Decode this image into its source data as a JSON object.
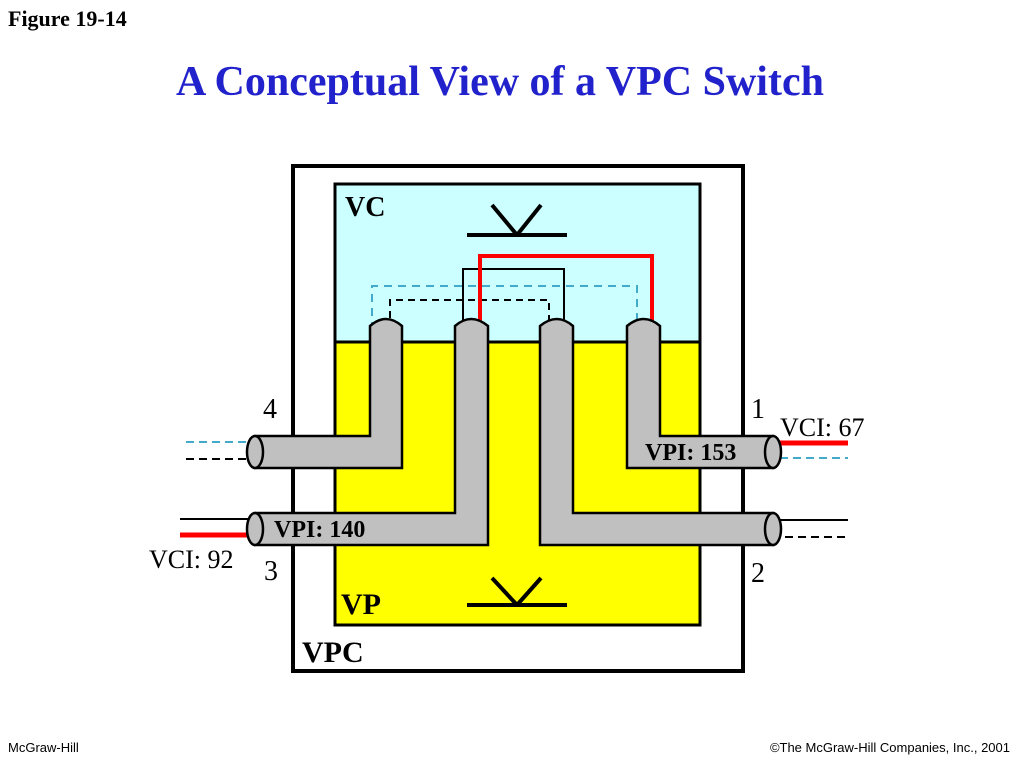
{
  "header": {
    "figure_label": "Figure 19-14",
    "title": "A Conceptual View of a VPC Switch"
  },
  "diagram": {
    "vc_label": "VC",
    "vp_label": "VP",
    "vpc_label": "VPC",
    "ports": {
      "p1": "1",
      "p2": "2",
      "p3": "3",
      "p4": "4"
    },
    "vpi_153": "VPI: 153",
    "vpi_140": "VPI: 140",
    "vci_67": "VCI: 67",
    "vci_92": "VCI: 92",
    "colors": {
      "vc_fill": "#ccffff",
      "vp_fill": "#ffff00",
      "pipe": "#c0c0c0",
      "active_path": "#ff0000",
      "dashed_cyan": "#44aacc"
    }
  },
  "footer": {
    "publisher": "McGraw-Hill",
    "copyright": "©The McGraw-Hill Companies, Inc., 2001"
  }
}
